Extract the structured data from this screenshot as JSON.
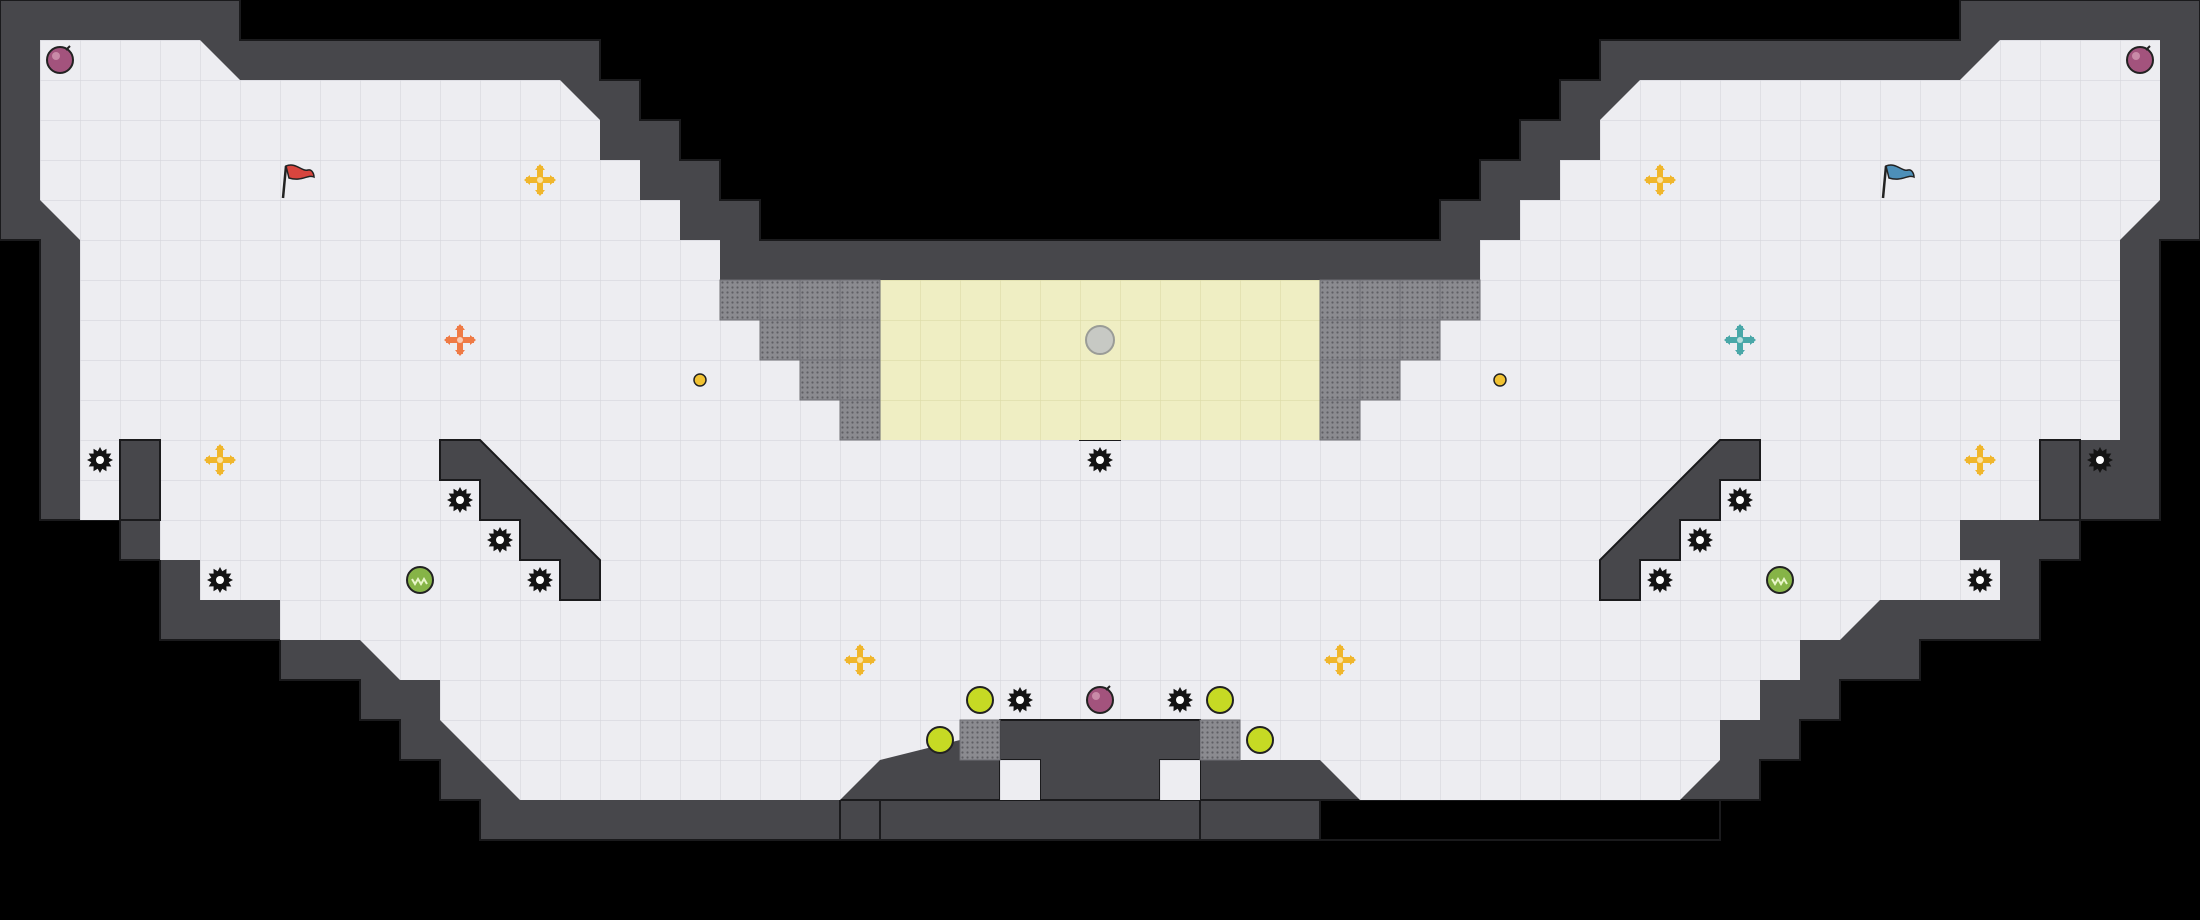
{
  "map": {
    "colors": {
      "background": "#000000",
      "wall": "#47474b",
      "wall_outline": "#1a1a1c",
      "floor": "#ededf1",
      "grid_line": "#d6d6dc",
      "zone": "#efeec3",
      "zone_grid": "#dcdba8",
      "dotted_tile": "#8b8b90",
      "dotted_dot": "#5f5f64",
      "red_team": "#d8453e",
      "blue_team": "#4d8fb8",
      "yellow_powerup": "#f0b62c",
      "orange_powerup": "#ef7a45",
      "teal_powerup": "#49a7a8",
      "spike": "#141414",
      "bomb": "#a3537d",
      "green_ball": "#c6da24",
      "boost": "#86b447",
      "gate_button": "#c7c9c4",
      "small_dot": "#f1c232"
    },
    "items": [
      {
        "type": "flag",
        "team": "red",
        "name": "red-flag-icon"
      },
      {
        "type": "flag",
        "team": "blue",
        "name": "blue-flag-icon"
      },
      {
        "type": "bomb",
        "name": "bomb-icon",
        "count": 3
      },
      {
        "type": "spike",
        "name": "spike-icon",
        "count": 13
      },
      {
        "type": "powerup",
        "color": "yellow",
        "name": "powerup-yellow-icon",
        "count": 6
      },
      {
        "type": "powerup",
        "color": "orange",
        "name": "powerup-orange-icon",
        "count": 1
      },
      {
        "type": "powerup",
        "color": "teal",
        "name": "powerup-teal-icon",
        "count": 1
      },
      {
        "type": "boost",
        "name": "boost-icon",
        "count": 2
      },
      {
        "type": "ball",
        "name": "green-ball-icon",
        "count": 4
      },
      {
        "type": "button",
        "name": "gate-button-icon",
        "count": 1
      },
      {
        "type": "marker",
        "name": "small-dot-icon",
        "count": 2
      }
    ]
  }
}
